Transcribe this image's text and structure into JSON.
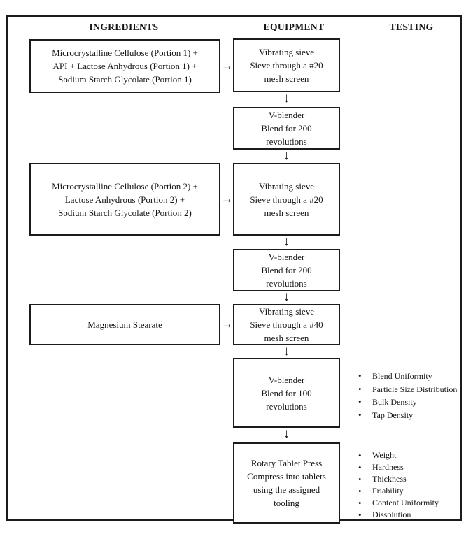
{
  "icons": {
    "arrow_down": "↓",
    "arrow_right": "→"
  },
  "colors": {
    "background": "#ffffff",
    "line": "#1b1b1b",
    "text": "#151515"
  },
  "headers": {
    "ingredients": "INGREDIENTS",
    "equipment": "EQUIPMENT",
    "testing": "TESTING"
  },
  "ingredient_boxes": {
    "box1": {
      "lines": [
        "Microcrystalline Cellulose (Portion 1) +",
        "API + Lactose Anhydrous (Portion 1) +",
        "Sodium Starch Glycolate (Portion 1)"
      ]
    },
    "box2": {
      "lines": [
        "Microcrystalline Cellulose (Portion 2) +",
        "Lactose Anhydrous (Portion 2) +",
        "Sodium Starch Glycolate (Portion 2)"
      ]
    },
    "box3": {
      "lines": [
        "Magnesium Stearate"
      ]
    }
  },
  "equipment_boxes": {
    "sieve1": {
      "lines": [
        "Vibrating sieve",
        "Sieve through a #20",
        "mesh screen"
      ]
    },
    "blend1": {
      "lines": [
        "V-blender",
        "Blend for 200",
        "revolutions"
      ]
    },
    "sieve2": {
      "lines": [
        "Vibrating sieve",
        "Sieve through a #20",
        "mesh screen"
      ]
    },
    "blend2": {
      "lines": [
        "V-blender",
        "Blend for 200",
        "revolutions"
      ]
    },
    "sieve3": {
      "lines": [
        "Vibrating sieve",
        "Sieve through a #40",
        "mesh screen"
      ]
    },
    "blend3": {
      "lines": [
        "V-blender",
        "Blend for 100",
        "revolutions"
      ]
    },
    "press": {
      "lines": [
        "Rotary Tablet Press",
        "Compress into tablets",
        "using the assigned",
        "tooling"
      ]
    }
  },
  "testing": {
    "blend_tests": [
      "Blend Uniformity",
      "Particle Size Distribution",
      "Bulk Density",
      "Tap Density"
    ],
    "tablet_tests": [
      "Weight",
      "Hardness",
      "Thickness",
      "Friability",
      "Content Uniformity",
      "Dissolution"
    ]
  }
}
